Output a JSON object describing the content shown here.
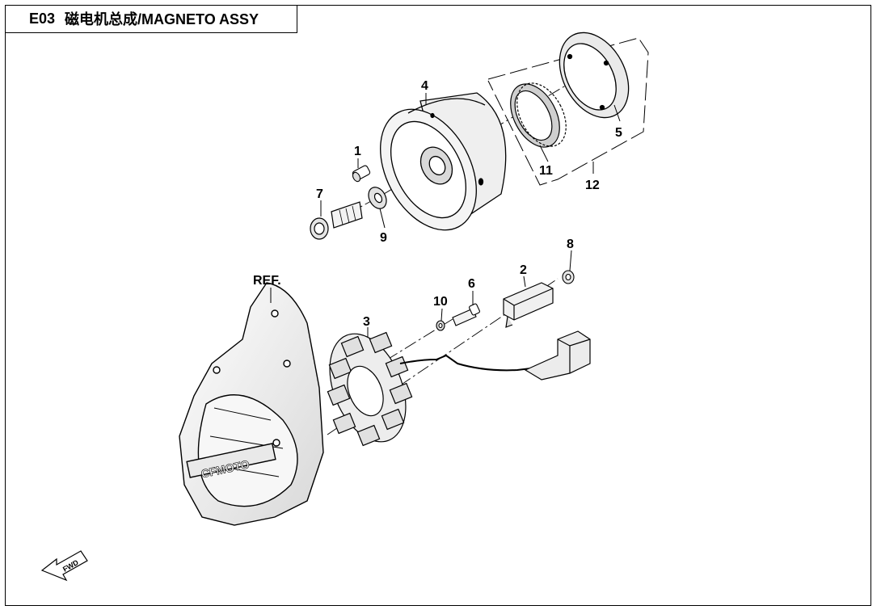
{
  "title": {
    "code": "E03",
    "name": "磁电机总成/MAGNETO ASSY"
  },
  "callouts": {
    "c1": "1",
    "c2": "2",
    "c3": "3",
    "c4": "4",
    "c5": "5",
    "c6": "6",
    "c7": "7",
    "c8": "8",
    "c9": "9",
    "c10": "10",
    "c11": "11",
    "c12": "12",
    "ref": "REF."
  },
  "brand_logo_text": "CFMOTO",
  "fwd_label": "FWD"
}
